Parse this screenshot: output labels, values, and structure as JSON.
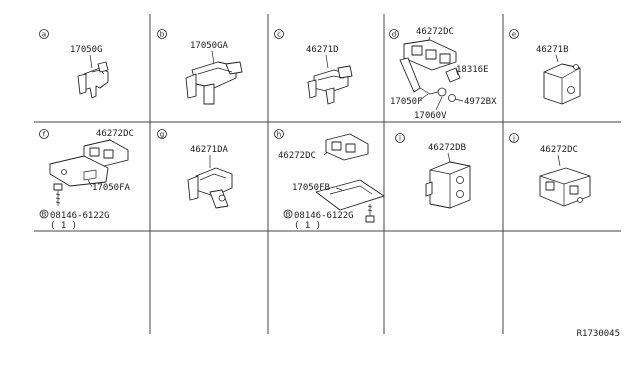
{
  "cells": [
    {
      "key": "a",
      "letter": "a",
      "parts": [
        "17050G"
      ]
    },
    {
      "key": "b",
      "letter": "b",
      "parts": [
        "17050GA"
      ]
    },
    {
      "key": "c",
      "letter": "c",
      "parts": [
        "46271D"
      ]
    },
    {
      "key": "d",
      "letter": "d",
      "parts": [
        "46272DC",
        "18316E",
        "17050F",
        "4972BX",
        "17060V"
      ]
    },
    {
      "key": "e",
      "letter": "e",
      "parts": [
        "46271B"
      ]
    },
    {
      "key": "f",
      "letter": "f",
      "parts": [
        "46272DC",
        "17050FA",
        "08146-6122G",
        "( 1 )"
      ],
      "bolt_prefix": "B"
    },
    {
      "key": "g",
      "letter": "g",
      "parts": [
        "46271DA"
      ]
    },
    {
      "key": "h",
      "letter": "h",
      "parts": [
        "46272DC",
        "17050FB",
        "08146-6122G",
        "( 1 )"
      ],
      "bolt_prefix": "B"
    },
    {
      "key": "i",
      "letter": "i",
      "parts": [
        "46272DB"
      ]
    },
    {
      "key": "j",
      "letter": "j",
      "parts": [
        "46272DC"
      ]
    }
  ],
  "reference_code": "R1730045"
}
